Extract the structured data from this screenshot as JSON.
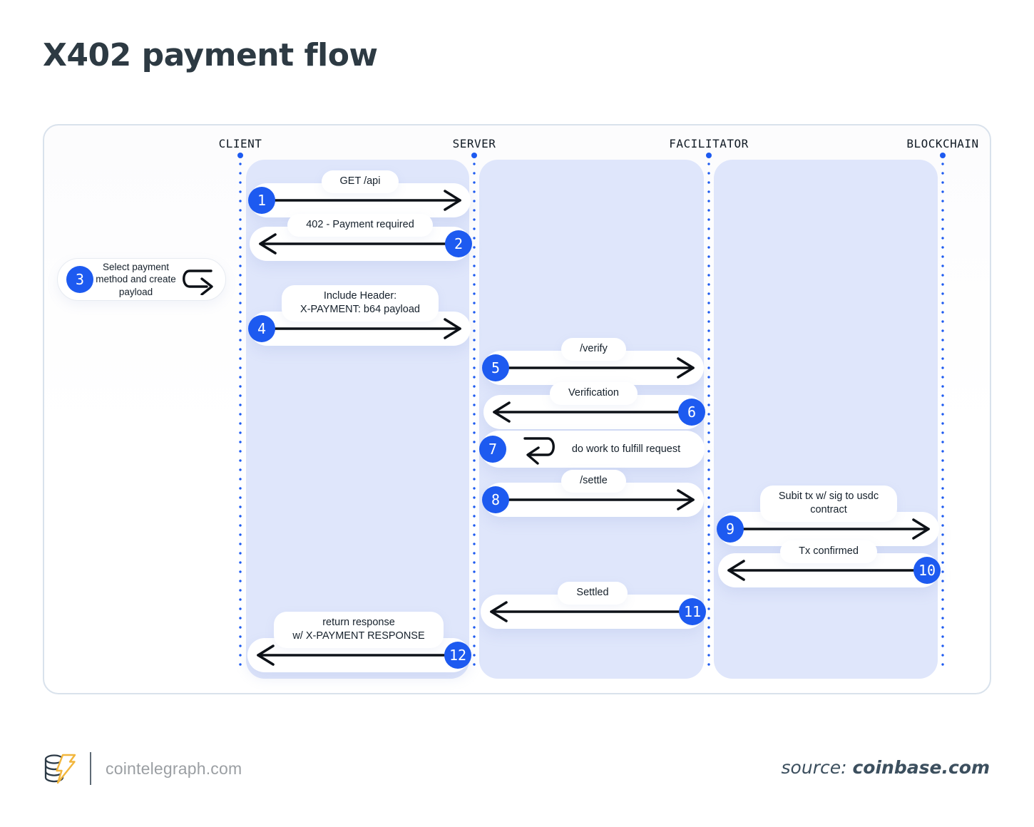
{
  "title": "X402 payment flow",
  "colors": {
    "accent_blue": "#1d5af0",
    "band": "#dfe6fb",
    "arrow_black": "#0d1117",
    "panel_border": "#d9e2ec"
  },
  "diagram": {
    "lanes": [
      {
        "id": "client",
        "label": "CLIENT"
      },
      {
        "id": "server",
        "label": "SERVER"
      },
      {
        "id": "facilitator",
        "label": "FACILITATOR"
      },
      {
        "id": "blockchain",
        "label": "BLOCKCHAIN"
      }
    ],
    "client_action": {
      "num": "3",
      "label": "Select payment method and create payload"
    },
    "messages": [
      {
        "num": "1",
        "lines": [
          "GET /api"
        ],
        "from": "client",
        "to": "server"
      },
      {
        "num": "2",
        "lines": [
          "402 - Payment required"
        ],
        "from": "server",
        "to": "client"
      },
      {
        "num": "4",
        "lines": [
          "Include Header:",
          "X-PAYMENT: b64 payload"
        ],
        "from": "client",
        "to": "server"
      },
      {
        "num": "5",
        "lines": [
          "/verify"
        ],
        "from": "server",
        "to": "facilitator"
      },
      {
        "num": "6",
        "lines": [
          "Verification"
        ],
        "from": "facilitator",
        "to": "server"
      },
      {
        "num": "7",
        "lines": [
          "do work to fulfill request"
        ],
        "from": "server",
        "to": "server"
      },
      {
        "num": "8",
        "lines": [
          "/settle"
        ],
        "from": "server",
        "to": "facilitator"
      },
      {
        "num": "9",
        "lines": [
          "Subit tx w/ sig to usdc",
          "contract"
        ],
        "from": "facilitator",
        "to": "blockchain"
      },
      {
        "num": "10",
        "lines": [
          "Tx confirmed"
        ],
        "from": "blockchain",
        "to": "facilitator"
      },
      {
        "num": "11",
        "lines": [
          "Settled"
        ],
        "from": "facilitator",
        "to": "server"
      },
      {
        "num": "12",
        "lines": [
          "return response",
          "w/ X-PAYMENT RESPONSE"
        ],
        "from": "server",
        "to": "client"
      }
    ]
  },
  "footer": {
    "site": "cointelegraph.com",
    "source_prefix": "source: ",
    "source_name": "coinbase.com"
  }
}
